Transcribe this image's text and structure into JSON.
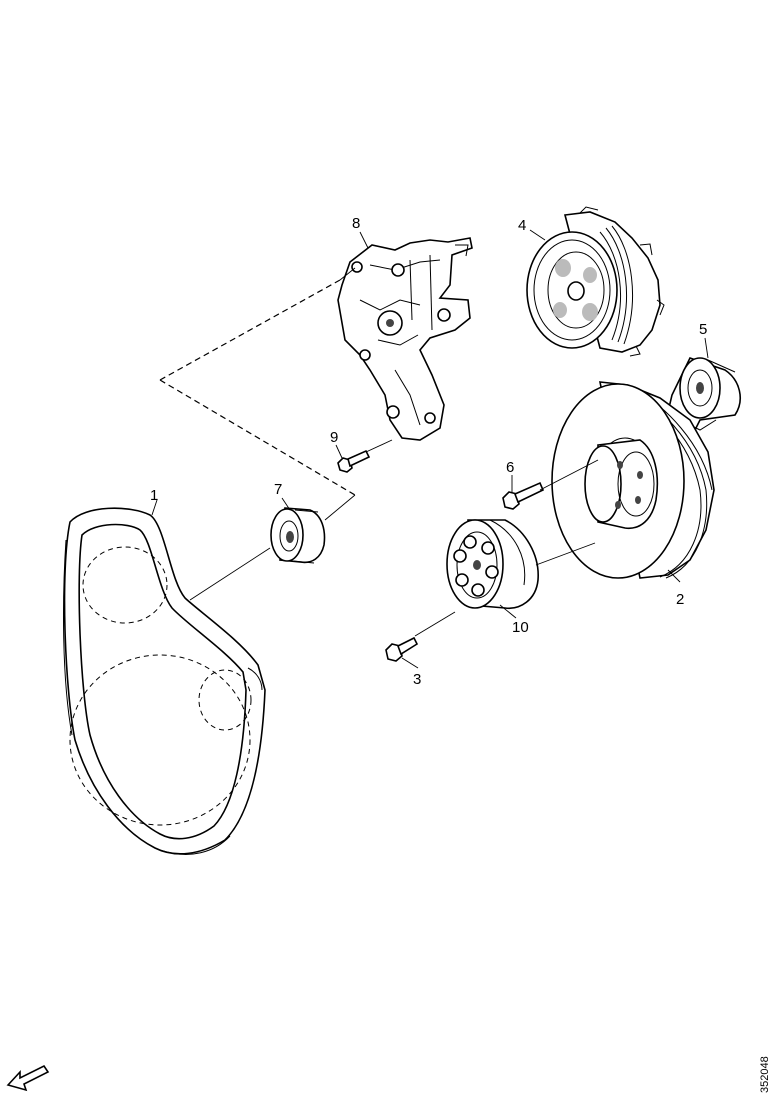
{
  "diagram": {
    "reference": "352048",
    "parts": [
      {
        "id": "1",
        "label": "1"
      },
      {
        "id": "2",
        "label": "2"
      },
      {
        "id": "3",
        "label": "3"
      },
      {
        "id": "4",
        "label": "4"
      },
      {
        "id": "5",
        "label": "5"
      },
      {
        "id": "6",
        "label": "6"
      },
      {
        "id": "7",
        "label": "7"
      },
      {
        "id": "8",
        "label": "8"
      },
      {
        "id": "9",
        "label": "9"
      },
      {
        "id": "10",
        "label": "10"
      }
    ],
    "orientation_icon": "front-arrow-icon"
  }
}
